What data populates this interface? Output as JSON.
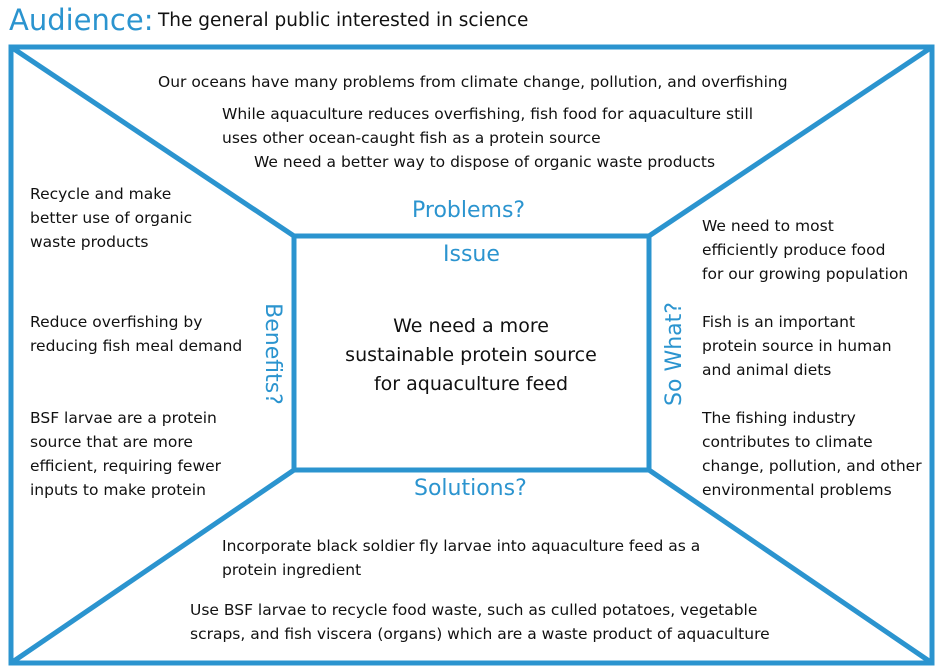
{
  "audience": {
    "label": "Audience:",
    "text": "The general public interested in science"
  },
  "colors": {
    "accent": "#2b94cf",
    "text": "#111111"
  },
  "problems": {
    "label": "Problems?",
    "items": [
      "Our oceans have many problems from climate change, pollution, and overfishing",
      "While aquaculture reduces overfishing, fish food for aquaculture still\nuses other ocean-caught fish as a protein source",
      "We need a better way to dispose of organic waste products"
    ]
  },
  "issue": {
    "label": "Issue",
    "text": "We need a more\nsustainable protein source\nfor aquaculture feed"
  },
  "benefits": {
    "label": "Benefits?",
    "items": [
      "Recycle and make\nbetter use of organic\nwaste products",
      "Reduce overfishing by\nreducing fish meal demand",
      "BSF larvae are a protein\nsource that are more\nefficient, requiring fewer\ninputs to make protein"
    ]
  },
  "so_what": {
    "label": "So What?",
    "items": [
      "We need to most\nefficiently produce food\nfor our growing population",
      "Fish is an important\nprotein source in human\nand animal diets",
      "The fishing industry\ncontributes to climate\nchange, pollution, and other\nenvironmental problems"
    ]
  },
  "solutions": {
    "label": "Solutions?",
    "items": [
      "Incorporate black soldier fly larvae into aquaculture feed as a\nprotein ingredient",
      "Use BSF larvae to recycle food waste, such as culled potatoes, vegetable\nscraps, and fish viscera (organs) which are a waste product of aquaculture"
    ]
  }
}
